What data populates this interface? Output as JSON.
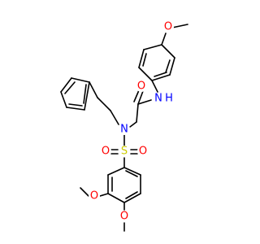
{
  "molecule": {
    "atom_labels": {
      "O_top": "O",
      "NH": "N",
      "H_of_NH": "H",
      "O_carbonyl": "O",
      "N_sulfonamide": "N",
      "S": "S",
      "O_S_left": "O",
      "O_S_right": "O",
      "O_meta": "O",
      "O_para": "O"
    },
    "colors": {
      "oxygen": "#FF0000",
      "nitrogen": "#0000FF",
      "sulfur": "#CCCC00",
      "bond": "#000000",
      "background": "#FFFFFF"
    }
  }
}
